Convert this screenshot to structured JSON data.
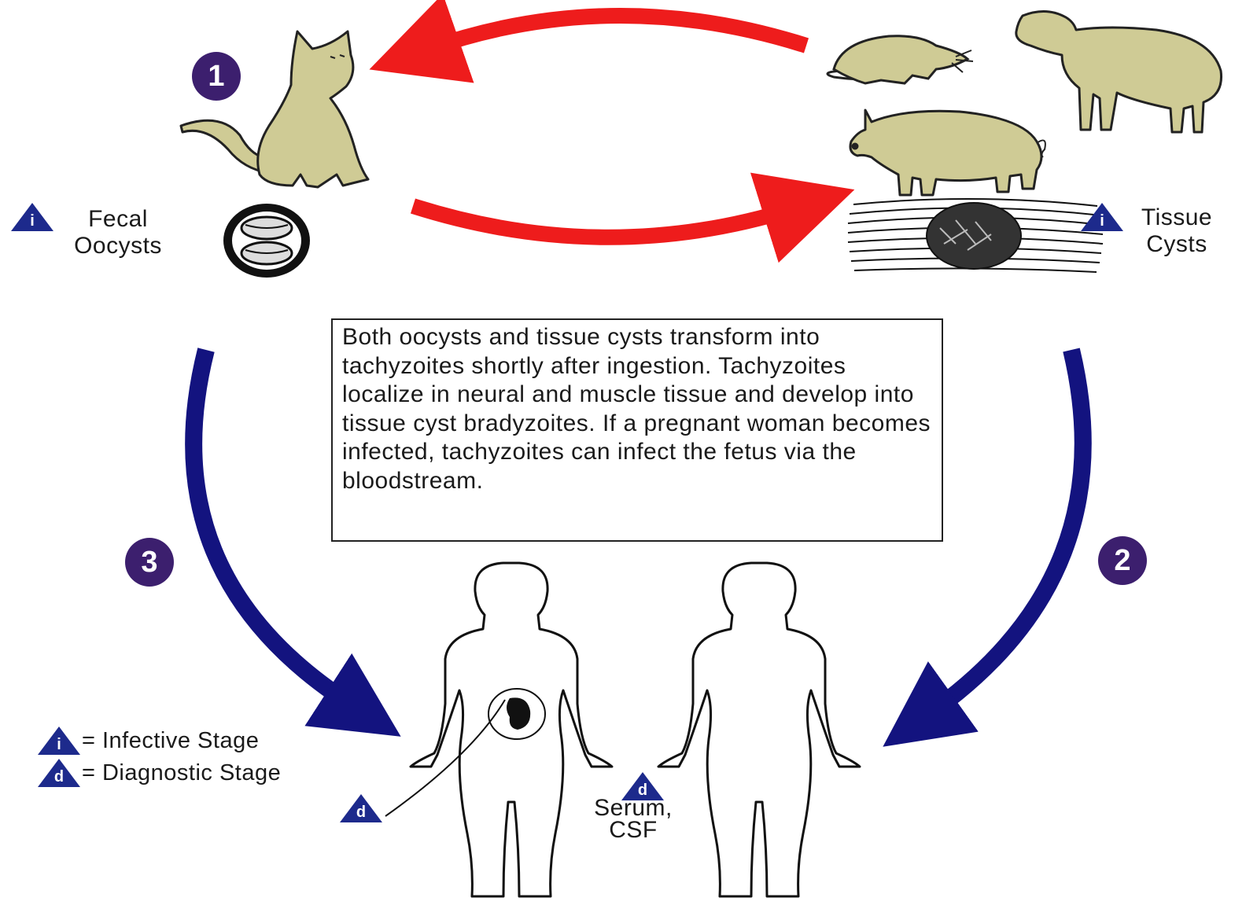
{
  "steps": {
    "one": "1",
    "two": "2",
    "three": "3"
  },
  "labels": {
    "fecal_line1": "Fecal",
    "fecal_line2": "Oocysts",
    "tissue_line1": "Tissue",
    "tissue_line2": "Cysts",
    "serum_line1": "Serum,",
    "serum_line2": "CSF"
  },
  "info_text": "Both oocysts and tissue cysts transform into tachyzoites shortly after ingestion. Tachyzoites localize in neural and muscle tissue and develop into tissue cyst bradyzoites. If a pregnant woman becomes infected, tachyzoites can infect the fetus via the bloodstream.",
  "legend": {
    "infective_symbol": "i",
    "infective_label": "= Infective Stage",
    "diagnostic_symbol": "d",
    "diagnostic_label": "= Diagnostic Stage"
  },
  "icon_names": [
    "cat-icon",
    "mouse-icon",
    "sheep-icon",
    "pig-icon",
    "oocyst-icon",
    "tissue-cyst-icon",
    "pregnant-woman-icon",
    "man-icon",
    "fetus-icon"
  ],
  "colors": {
    "red_arrow": "#ee1c1c",
    "blue_arrow": "#13137f",
    "step_circle": "#3c1f6e",
    "stage_triangle": "#1d2a8c",
    "animal_fill": "#cfcb95"
  }
}
